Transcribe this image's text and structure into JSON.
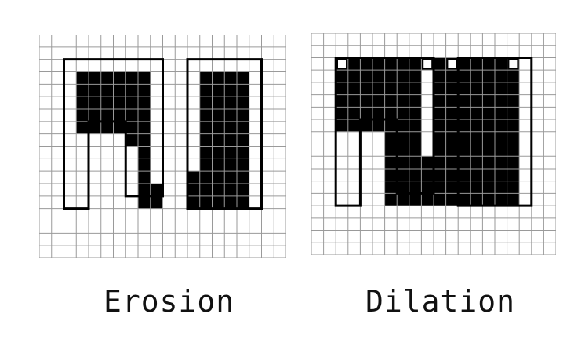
{
  "labels": {
    "erosion": "Erosion",
    "dilation": "Dilation"
  },
  "colors": {
    "grid": "#9a9a9a",
    "fill": "#000000",
    "background": "#ffffff"
  },
  "grid": {
    "cols": 20,
    "rows": 18
  },
  "erosion": {
    "filled_cells": [
      [
        3,
        3
      ],
      [
        4,
        3
      ],
      [
        5,
        3
      ],
      [
        6,
        3
      ],
      [
        7,
        3
      ],
      [
        8,
        3
      ],
      [
        13,
        3
      ],
      [
        14,
        3
      ],
      [
        15,
        3
      ],
      [
        16,
        3
      ],
      [
        3,
        4
      ],
      [
        4,
        4
      ],
      [
        5,
        4
      ],
      [
        6,
        4
      ],
      [
        7,
        4
      ],
      [
        8,
        4
      ],
      [
        13,
        4
      ],
      [
        14,
        4
      ],
      [
        15,
        4
      ],
      [
        16,
        4
      ],
      [
        3,
        5
      ],
      [
        4,
        5
      ],
      [
        5,
        5
      ],
      [
        6,
        5
      ],
      [
        7,
        5
      ],
      [
        8,
        5
      ],
      [
        13,
        5
      ],
      [
        14,
        5
      ],
      [
        15,
        5
      ],
      [
        16,
        5
      ],
      [
        3,
        6
      ],
      [
        4,
        6
      ],
      [
        5,
        6
      ],
      [
        6,
        6
      ],
      [
        7,
        6
      ],
      [
        8,
        6
      ],
      [
        13,
        6
      ],
      [
        14,
        6
      ],
      [
        15,
        6
      ],
      [
        16,
        6
      ],
      [
        3,
        7
      ],
      [
        4,
        7
      ],
      [
        5,
        7
      ],
      [
        6,
        7
      ],
      [
        7,
        7
      ],
      [
        8,
        7
      ],
      [
        13,
        7
      ],
      [
        14,
        7
      ],
      [
        15,
        7
      ],
      [
        16,
        7
      ],
      [
        7,
        8
      ],
      [
        8,
        8
      ],
      [
        13,
        8
      ],
      [
        14,
        8
      ],
      [
        15,
        8
      ],
      [
        16,
        8
      ],
      [
        8,
        9
      ],
      [
        13,
        9
      ],
      [
        14,
        9
      ],
      [
        15,
        9
      ],
      [
        16,
        9
      ],
      [
        8,
        10
      ],
      [
        13,
        10
      ],
      [
        14,
        10
      ],
      [
        15,
        10
      ],
      [
        16,
        10
      ],
      [
        8,
        11
      ],
      [
        12,
        11
      ],
      [
        13,
        11
      ],
      [
        14,
        11
      ],
      [
        15,
        11
      ],
      [
        16,
        11
      ],
      [
        8,
        12
      ],
      [
        9,
        12
      ],
      [
        12,
        12
      ],
      [
        13,
        12
      ],
      [
        14,
        12
      ],
      [
        15,
        12
      ],
      [
        16,
        12
      ],
      [
        8,
        13
      ],
      [
        9,
        13
      ],
      [
        12,
        13
      ],
      [
        13,
        13
      ],
      [
        14,
        13
      ],
      [
        15,
        13
      ],
      [
        16,
        13
      ]
    ],
    "outlines": [
      {
        "points": [
          [
            2,
            2
          ],
          [
            10,
            2
          ],
          [
            10,
            13
          ],
          [
            7,
            13
          ],
          [
            7,
            7
          ],
          [
            4,
            7
          ],
          [
            4,
            14
          ],
          [
            2,
            14
          ]
        ]
      },
      {
        "points": [
          [
            12,
            2
          ],
          [
            18,
            2
          ],
          [
            18,
            14
          ],
          [
            12,
            14
          ]
        ]
      }
    ]
  },
  "dilation": {
    "filled_cells": [
      [
        2,
        2
      ],
      [
        3,
        2
      ],
      [
        4,
        2
      ],
      [
        5,
        2
      ],
      [
        6,
        2
      ],
      [
        7,
        2
      ],
      [
        8,
        2
      ],
      [
        10,
        2
      ],
      [
        11,
        2
      ],
      [
        12,
        2
      ],
      [
        13,
        2
      ],
      [
        14,
        2
      ],
      [
        15,
        2
      ],
      [
        2,
        3
      ],
      [
        3,
        3
      ],
      [
        4,
        3
      ],
      [
        5,
        3
      ],
      [
        6,
        3
      ],
      [
        7,
        3
      ],
      [
        8,
        3
      ],
      [
        10,
        3
      ],
      [
        11,
        3
      ],
      [
        12,
        3
      ],
      [
        13,
        3
      ],
      [
        14,
        3
      ],
      [
        15,
        3
      ],
      [
        16,
        3
      ],
      [
        2,
        4
      ],
      [
        3,
        4
      ],
      [
        4,
        4
      ],
      [
        5,
        4
      ],
      [
        6,
        4
      ],
      [
        7,
        4
      ],
      [
        8,
        4
      ],
      [
        10,
        4
      ],
      [
        11,
        4
      ],
      [
        12,
        4
      ],
      [
        13,
        4
      ],
      [
        14,
        4
      ],
      [
        15,
        4
      ],
      [
        16,
        4
      ],
      [
        2,
        5
      ],
      [
        3,
        5
      ],
      [
        4,
        5
      ],
      [
        5,
        5
      ],
      [
        6,
        5
      ],
      [
        7,
        5
      ],
      [
        8,
        5
      ],
      [
        10,
        5
      ],
      [
        11,
        5
      ],
      [
        12,
        5
      ],
      [
        13,
        5
      ],
      [
        14,
        5
      ],
      [
        15,
        5
      ],
      [
        16,
        5
      ],
      [
        2,
        6
      ],
      [
        3,
        6
      ],
      [
        4,
        6
      ],
      [
        5,
        6
      ],
      [
        6,
        6
      ],
      [
        7,
        6
      ],
      [
        8,
        6
      ],
      [
        10,
        6
      ],
      [
        11,
        6
      ],
      [
        12,
        6
      ],
      [
        13,
        6
      ],
      [
        14,
        6
      ],
      [
        15,
        6
      ],
      [
        16,
        6
      ],
      [
        2,
        7
      ],
      [
        3,
        7
      ],
      [
        4,
        7
      ],
      [
        5,
        7
      ],
      [
        6,
        7
      ],
      [
        7,
        7
      ],
      [
        8,
        7
      ],
      [
        10,
        7
      ],
      [
        11,
        7
      ],
      [
        12,
        7
      ],
      [
        13,
        7
      ],
      [
        14,
        7
      ],
      [
        15,
        7
      ],
      [
        16,
        7
      ],
      [
        6,
        8
      ],
      [
        7,
        8
      ],
      [
        8,
        8
      ],
      [
        10,
        8
      ],
      [
        11,
        8
      ],
      [
        12,
        8
      ],
      [
        13,
        8
      ],
      [
        14,
        8
      ],
      [
        15,
        8
      ],
      [
        16,
        8
      ],
      [
        6,
        9
      ],
      [
        7,
        9
      ],
      [
        8,
        9
      ],
      [
        10,
        9
      ],
      [
        11,
        9
      ],
      [
        12,
        9
      ],
      [
        13,
        9
      ],
      [
        14,
        9
      ],
      [
        15,
        9
      ],
      [
        16,
        9
      ],
      [
        6,
        10
      ],
      [
        7,
        10
      ],
      [
        8,
        10
      ],
      [
        9,
        10
      ],
      [
        10,
        10
      ],
      [
        11,
        10
      ],
      [
        12,
        10
      ],
      [
        13,
        10
      ],
      [
        14,
        10
      ],
      [
        15,
        10
      ],
      [
        16,
        10
      ],
      [
        6,
        11
      ],
      [
        7,
        11
      ],
      [
        8,
        11
      ],
      [
        9,
        11
      ],
      [
        10,
        11
      ],
      [
        11,
        11
      ],
      [
        12,
        11
      ],
      [
        13,
        11
      ],
      [
        14,
        11
      ],
      [
        15,
        11
      ],
      [
        16,
        11
      ],
      [
        6,
        12
      ],
      [
        7,
        12
      ],
      [
        8,
        12
      ],
      [
        9,
        12
      ],
      [
        10,
        12
      ],
      [
        11,
        12
      ],
      [
        12,
        12
      ],
      [
        13,
        12
      ],
      [
        14,
        12
      ],
      [
        15,
        12
      ],
      [
        16,
        12
      ],
      [
        6,
        13
      ],
      [
        7,
        13
      ],
      [
        8,
        13
      ],
      [
        9,
        13
      ],
      [
        10,
        13
      ],
      [
        11,
        13
      ],
      [
        12,
        13
      ],
      [
        13,
        13
      ],
      [
        14,
        13
      ],
      [
        15,
        13
      ],
      [
        16,
        13
      ],
      [
        9,
        2
      ],
      [
        16,
        2
      ]
    ],
    "holes": [
      [
        2,
        2
      ],
      [
        9,
        2
      ],
      [
        11,
        2
      ],
      [
        16,
        2
      ]
    ],
    "outlines": [
      {
        "points": [
          [
            2,
            2
          ],
          [
            10,
            2
          ],
          [
            10,
            13
          ],
          [
            7,
            13
          ],
          [
            7,
            7
          ],
          [
            4,
            7
          ],
          [
            4,
            14
          ],
          [
            2,
            14
          ]
        ]
      },
      {
        "points": [
          [
            12,
            2
          ],
          [
            18,
            2
          ],
          [
            18,
            14
          ],
          [
            12,
            14
          ]
        ]
      }
    ]
  }
}
